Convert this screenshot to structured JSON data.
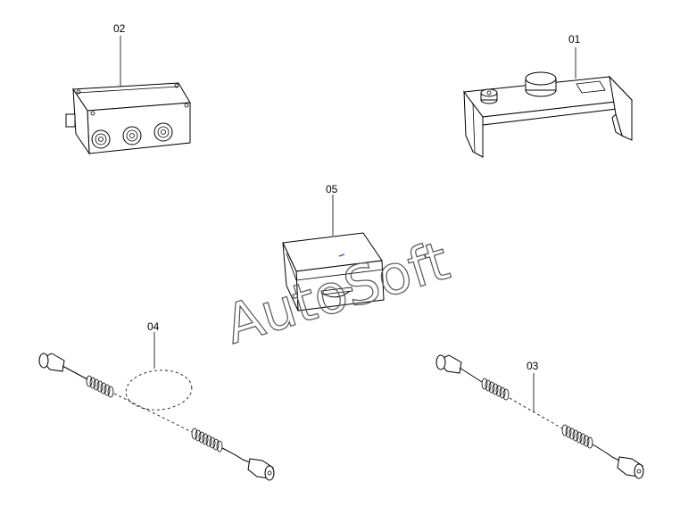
{
  "parts": [
    {
      "id": "01"
    },
    {
      "id": "02"
    },
    {
      "id": "03"
    },
    {
      "id": "04"
    },
    {
      "id": "05"
    }
  ],
  "watermark": "AutoSoft"
}
